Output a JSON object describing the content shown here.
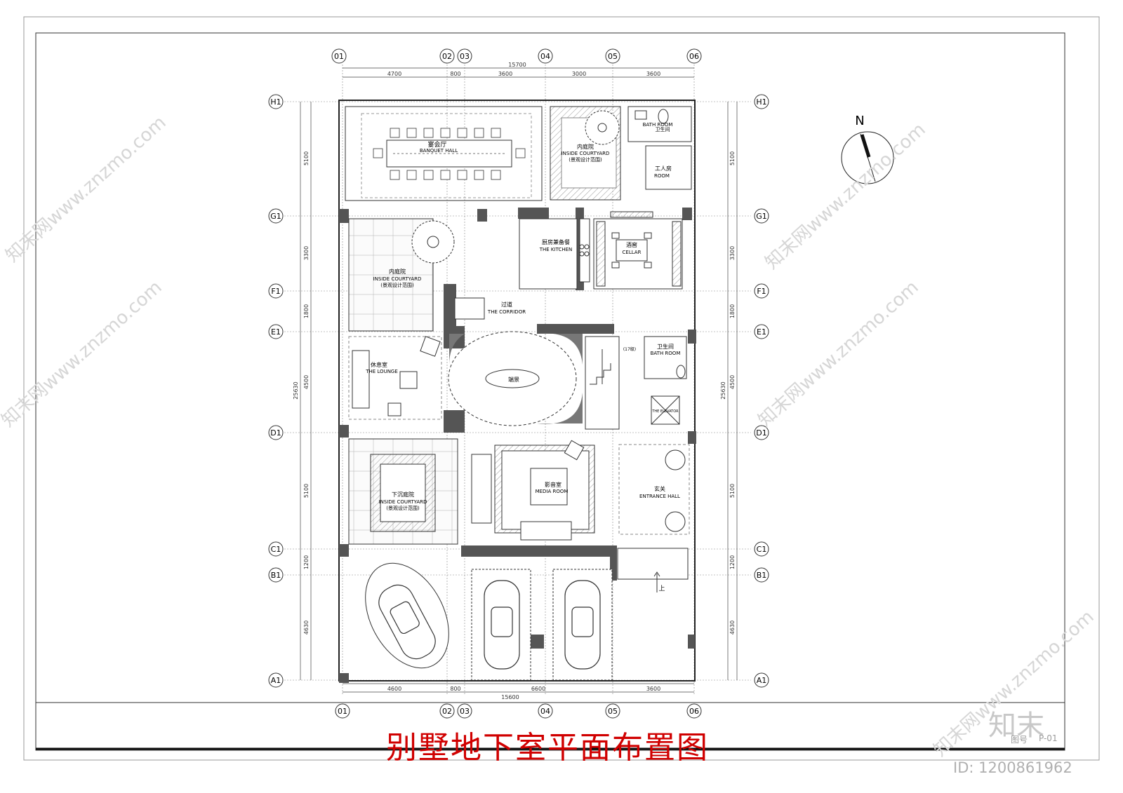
{
  "title": "别墅地下室平面布置图",
  "brand": "知末",
  "id_text": "ID: 1200861962",
  "sheet_mark": "图号",
  "sheet_no": "P-01",
  "north_label": "N",
  "watermark_text": "知末网www.znzmo.com",
  "grid_top": [
    "01",
    "02",
    "03",
    "04",
    "05",
    "06"
  ],
  "grid_bottom": [
    "01",
    "02",
    "03",
    "04",
    "05",
    "06"
  ],
  "grid_left": [
    "H1",
    "G1",
    "F1",
    "E1",
    "D1",
    "C1",
    "B1",
    "A1"
  ],
  "grid_right": [
    "H1",
    "G1",
    "F1",
    "E1",
    "D1",
    "C1",
    "B1",
    "A1"
  ],
  "dims_top_total": "15700",
  "dims_top": [
    "4700",
    "800",
    "3600",
    "3000",
    "3600"
  ],
  "dims_bottom_total": "15600",
  "dims_bottom": [
    "4600",
    "800",
    "6600",
    "3600"
  ],
  "dims_side_total": "25630",
  "dims_side": [
    "5100",
    "3300",
    "1800",
    "4500",
    "5100",
    "1200",
    "4630"
  ],
  "rooms": {
    "banquet_cn": "宴会厅",
    "banquet_en": "BANQUET HALL",
    "courtyard1_cn": "内庭院",
    "courtyard1_en": "INSIDE COURTYARD",
    "courtyard1_note": "(景观设计范围)",
    "bath1_cn": "卫生间",
    "bath1_en": "BATH ROOM",
    "worker_cn": "工人房",
    "worker_en": "ROOM",
    "kitchen_cn": "厨房兼备餐",
    "kitchen_en": "THE KITCHEN",
    "cellar_cn": "酒窖",
    "cellar_en": "CELLAR",
    "courtyard2_cn": "内庭院",
    "courtyard2_en": "INSIDE COURTYARD",
    "courtyard2_note": "(景观设计范围)",
    "corridor_cn": "过道",
    "corridor_en": "THE CORRIDOR",
    "lounge_cn": "休息室",
    "lounge_en": "THE LOUNGE",
    "scene_cn": "端景",
    "stair_note": "(17级)",
    "bath2_cn": "卫生间",
    "bath2_en": "BATH ROOM",
    "elevator_en": "THE ELEVATOR",
    "courtyard3_cn": "下沉庭院",
    "courtyard3_en": "INSIDE COURTYARD",
    "courtyard3_note": "(景观设计范围)",
    "media_cn": "影音室",
    "media_en": "MEDIA ROOM",
    "entrance_cn": "玄关",
    "entrance_en": "ENTRANCE HALL",
    "up_label": "上"
  }
}
